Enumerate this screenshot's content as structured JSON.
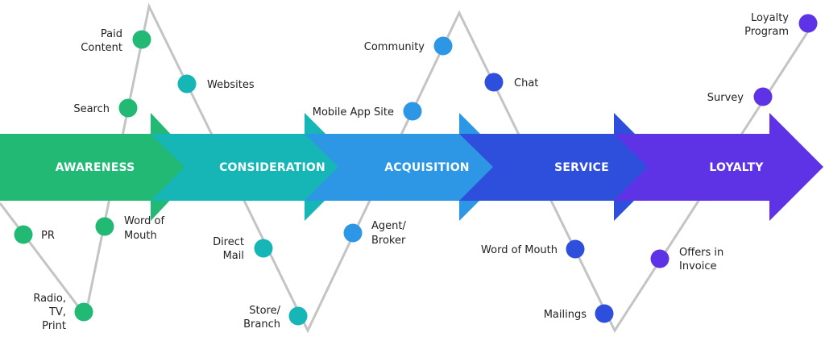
{
  "stages": [
    {
      "label": "AWARENESS",
      "color": "#22B975"
    },
    {
      "label": "CONSIDERATION",
      "color": "#16B5B6"
    },
    {
      "label": "ACQUISITION",
      "color": "#2D97E6"
    },
    {
      "label": "SERVICE",
      "color": "#2E4FDB"
    },
    {
      "label": "LOYALTY",
      "color": "#5E33E6"
    }
  ],
  "touchpoints": [
    {
      "label": "Paid Content",
      "lines": [
        "Paid",
        "Content"
      ],
      "color": "#22B975"
    },
    {
      "label": "Search",
      "lines": [
        "Search"
      ],
      "color": "#22B975"
    },
    {
      "label": "PR",
      "lines": [
        "PR"
      ],
      "color": "#22B975"
    },
    {
      "label": "Word of Mouth",
      "lines": [
        "Word of",
        "Mouth"
      ],
      "color": "#22B975"
    },
    {
      "label": "Radio, TV, Print",
      "lines": [
        "Radio,",
        "TV,",
        "Print"
      ],
      "color": "#22B975"
    },
    {
      "label": "Websites",
      "lines": [
        "Websites"
      ],
      "color": "#16B5B6"
    },
    {
      "label": "Direct Mail",
      "lines": [
        "Direct",
        "Mail"
      ],
      "color": "#16B5B6"
    },
    {
      "label": "Store/ Branch",
      "lines": [
        "Store/",
        "Branch"
      ],
      "color": "#16B5B6"
    },
    {
      "label": "Community",
      "lines": [
        "Community"
      ],
      "color": "#2D97E6"
    },
    {
      "label": "Mobile App Site",
      "lines": [
        "Mobile App Site"
      ],
      "color": "#2D97E6"
    },
    {
      "label": "Agent/ Broker",
      "lines": [
        "Agent/",
        "Broker"
      ],
      "color": "#2D97E6"
    },
    {
      "label": "Chat",
      "lines": [
        "Chat"
      ],
      "color": "#2E4FDB"
    },
    {
      "label": "Word of Mouth",
      "lines": [
        "Word of Mouth"
      ],
      "color": "#2E4FDB"
    },
    {
      "label": "Mailings",
      "lines": [
        "Mailings"
      ],
      "color": "#2E4FDB"
    },
    {
      "label": "Loyalty Program",
      "lines": [
        "Loyalty",
        "Program"
      ],
      "color": "#5E33E6"
    },
    {
      "label": "Survey",
      "lines": [
        "Survey"
      ],
      "color": "#5E33E6"
    },
    {
      "label": "Offers in Invoice",
      "lines": [
        "Offers in",
        "Invoice"
      ],
      "color": "#5E33E6"
    }
  ],
  "line_color": "#C4C4C4"
}
